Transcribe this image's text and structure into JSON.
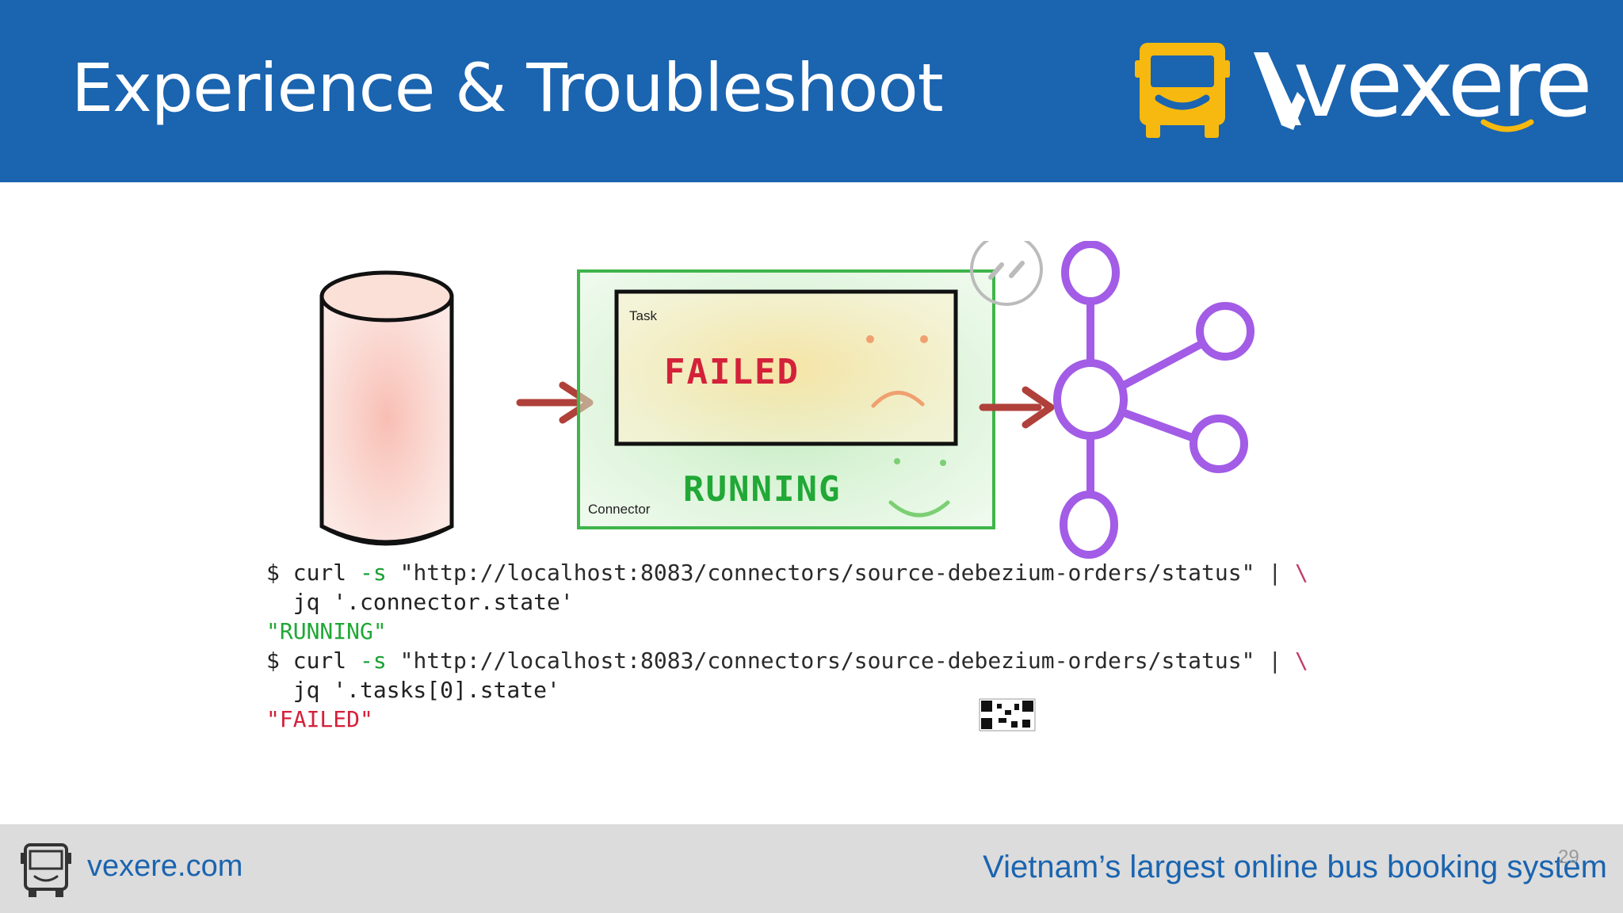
{
  "header": {
    "title": "Experience & Troubleshoot",
    "logo_text": "vexere",
    "color": "#1a64b0",
    "logo_accent": "#f7b90f"
  },
  "figure": {
    "task_label": "Task",
    "task_state": "FAILED",
    "connector_label": "Connector",
    "connector_state": "RUNNING",
    "icons": [
      "database-cylinder-icon",
      "arrow-right-icon",
      "sad-face-icon",
      "smiley-face-icon",
      "kafka-logo-icon",
      "qr-code-icon"
    ]
  },
  "code": {
    "line1_prompt": "$ curl ",
    "line1_flag": "-s",
    "line1_url": " \"http://localhost:8083/connectors/source-debezium-orders/status\" ",
    "line1_pipe": "|",
    "line1_slash": " \\",
    "line2": "  jq '.connector.state'",
    "line3": "\"RUNNING\"",
    "line4_prompt": "$ curl ",
    "line4_flag": "-s",
    "line4_url": " \"http://localhost:8083/connectors/source-debezium-orders/status\" ",
    "line4_pipe": "|",
    "line4_slash": " \\",
    "line5": "  jq '.tasks[0].state'",
    "line6": "\"FAILED\""
  },
  "footer": {
    "site": "vexere.com",
    "tagline": "Vietnam’s largest online bus booking system",
    "page": "29"
  }
}
